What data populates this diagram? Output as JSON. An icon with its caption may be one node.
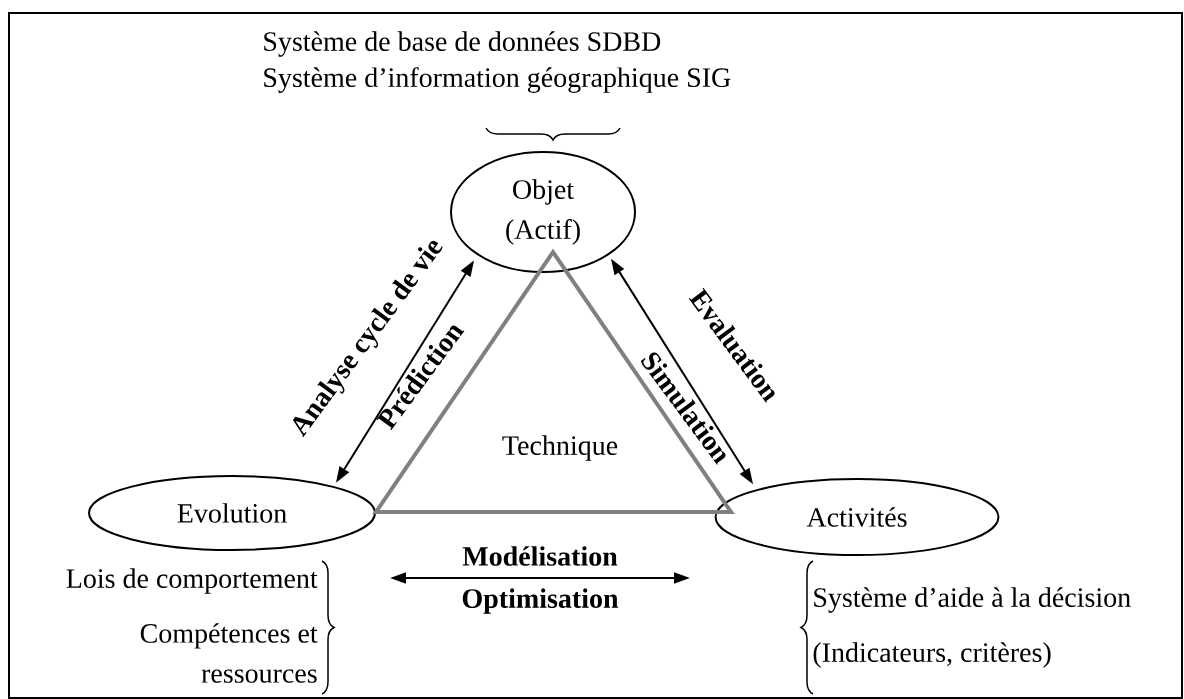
{
  "diagram": {
    "nodes": [
      {
        "text": [
          "Objet (Actif)"
        ],
        "beside": [
          "Système de base de données SDBD",
          "Système d’information géographique SIG"
        ]
      },
      {
        "text": [
          "Evolution"
        ],
        "beside": [
          "Lois de comportement",
          "Compétences et ressources"
        ]
      },
      {
        "text": [
          "Activités"
        ],
        "beside": [
          "Système d’aide à la décision",
          "(Indicateurs, critères)"
        ]
      },
      {
        "text": [
          "Technique"
        ]
      }
    ],
    "edges": [
      {
        "from": 1,
        "to": 0,
        "arrow": "both",
        "label": "Analyse cycle de vie"
      },
      {
        "from": 0,
        "to": 2,
        "arrow": "both",
        "label": "Evaluation"
      }
    ],
    "labels": [
      "Prédiction",
      "Simulation",
      "Modélisation",
      "Optimisation"
    ]
  }
}
